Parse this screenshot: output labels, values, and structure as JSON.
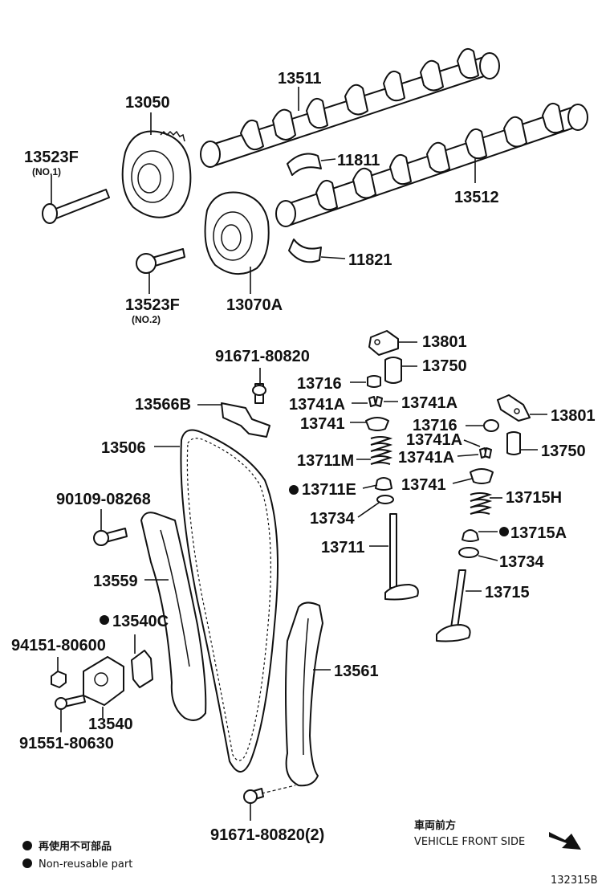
{
  "labels": {
    "p13511": "13511",
    "p13050": "13050",
    "p13523f_1": "13523F",
    "p13523f_1_sub": "(NO.1)",
    "p11811": "11811",
    "p13512": "13512",
    "p11821": "11821",
    "p13523f_2": "13523F",
    "p13523f_2_sub": "(NO.2)",
    "p13070a": "13070A",
    "p91671_top": "91671-80820",
    "p13801_a": "13801",
    "p13750_a": "13750",
    "p13716_a": "13716",
    "p13741a_1": "13741A",
    "p13741a_2": "13741A",
    "p13566b": "13566B",
    "p13741_a": "13741",
    "p13716_b": "13716",
    "p13801_b": "13801",
    "p13506": "13506",
    "p13741a_3": "13741A",
    "p13750_b": "13750",
    "p13711m": "13711M",
    "p13741a_4": "13741A",
    "p13741_b": "13741",
    "p13711e": "13711E",
    "p13715h": "13715H",
    "p90109": "90109-08268",
    "p13734_a": "13734",
    "p13715a": "13715A",
    "p13711": "13711",
    "p13734_b": "13734",
    "p13559": "13559",
    "p13715": "13715",
    "p13540c": "13540C",
    "p94151": "94151-80600",
    "p13561": "13561",
    "p13540": "13540",
    "p91551": "91551-80630",
    "p91671_bottom": "91671-80820(2)"
  },
  "direction": {
    "japanese": "車両前方",
    "english": "VEHICLE FRONT SIDE"
  },
  "legend": {
    "japanese": "再使用不可部品",
    "english": "Non-reusable part"
  },
  "figure_id": "132315B"
}
